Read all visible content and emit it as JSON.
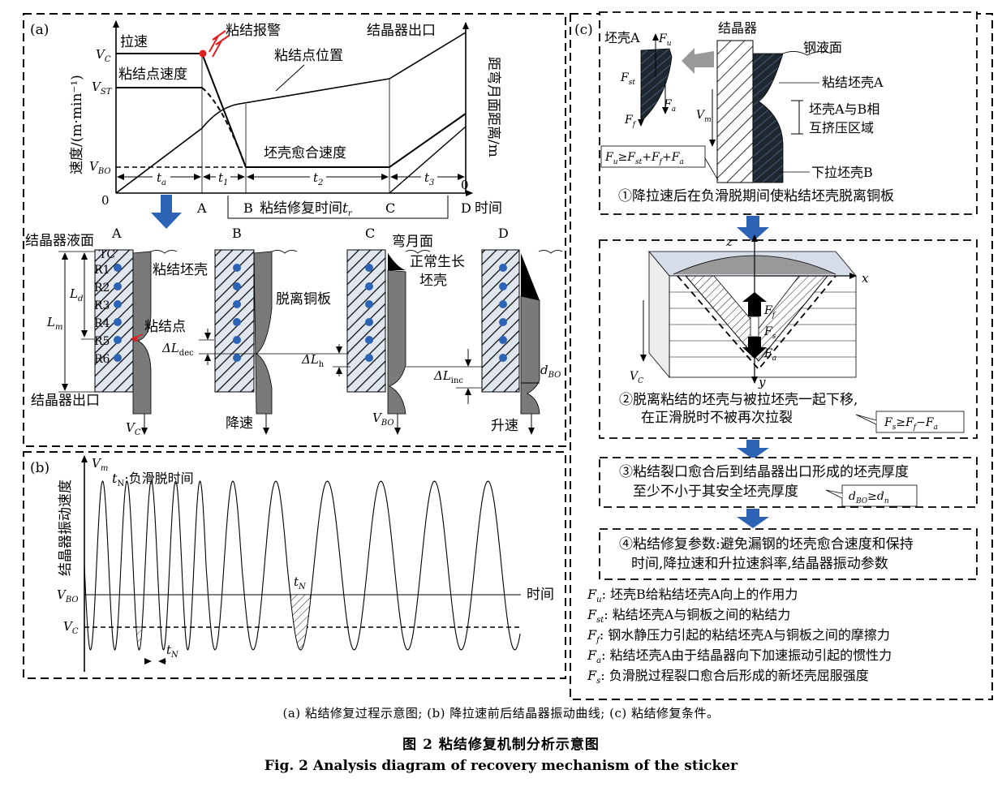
{
  "panel_a": {
    "label": "(a)",
    "legend_speed": "拉速",
    "alarm": "粘结报警",
    "mould_exit_top": "结晶器出口",
    "sticker_position": "粘结点位置",
    "sticker_speed": "粘结点速度",
    "heal_speed": "坯壳愈合速度",
    "repair_time": "粘结修复时间",
    "repair_time_sub": "r",
    "ylabel_left": "速度/(m·min⁻¹)",
    "ylabel_right": "距弯月面距离/m",
    "xlabel": "时间",
    "y_vc": "V",
    "y_vc_sub": "C",
    "y_vst": "V",
    "y_vst_sub": "ST",
    "y_vbo": "V",
    "y_vbo_sub": "BO",
    "zero": "0",
    "pt_A": "A",
    "pt_B": "B",
    "pt_C": "C",
    "pt_D": "D",
    "t_a": "t",
    "t_a_sub": "a",
    "t_1": "t",
    "t_1_sub": "1",
    "t_2": "t",
    "t_2_sub": "2",
    "t_3": "t",
    "t_3_sub": "3",
    "t_r": "t",
    "mould_level": "结晶器液面",
    "mould_exit": "结晶器出口",
    "stuck_shell": "粘结坯壳",
    "sticker_point": "粘结点",
    "detach": "脱离铜板",
    "meniscus": "弯月面",
    "normal_growth": "正常生长",
    "shell": "坯壳",
    "tc_labels": [
      "TC",
      "R1",
      "R2",
      "R3",
      "R4",
      "R5",
      "R6"
    ],
    "L_m": "L",
    "L_m_sub": "m",
    "L_d": "L",
    "L_d_sub": "d",
    "dL_dec": "ΔL",
    "dL_dec_sub": "dec",
    "dL_h": "ΔL",
    "dL_h_sub": "h",
    "dL_inc": "ΔL",
    "dL_inc_sub": "inc",
    "d_bo": "d",
    "d_bo_sub": "BO",
    "vc_bottom": "V",
    "vc_bottom_sub": "C",
    "vbo_bottom": "V",
    "vbo_bottom_sub": "BO",
    "decel": "降速",
    "accel": "升速"
  },
  "panel_b": {
    "label": "(b)",
    "ylabel": "结晶器振动速度",
    "vm": "V",
    "vm_sub": "m",
    "tn_legend": "t",
    "tn_legend_sub": "N",
    "tn_legend_text": ":负滑脱时间",
    "xlabel": "时间",
    "vbo": "V",
    "vbo_sub": "BO",
    "vc": "V",
    "vc_sub": "C",
    "tn": "t",
    "tn_sub": "N"
  },
  "panel_c": {
    "label": "(c)",
    "shell_A": "坯壳A",
    "mould": "结晶器",
    "steel_level": "钢液面",
    "stuck_shell_A": "粘结坯壳A",
    "squeeze_1": "坯壳A与B相",
    "squeeze_2": "互挤压区域",
    "pulled_B": "下拉坯壳B",
    "force_balance": "F",
    "force_balance_full": "≥F",
    "step1": "①降拉速后在负滑脱期间使粘结坯壳脱离铜板",
    "step2_1": "②脱离粘结的坯壳与被拉坯壳一起下移,",
    "step2_2": "在正滑脱时不被再次拉裂",
    "step3_1": "③粘结裂口愈合后到结晶器出口形成的坯壳厚度",
    "step3_2": "至少不小于其安全坯壳厚度",
    "step4_1": "④粘结修复参数:避免漏钢的坯壳愈合速度和保持",
    "step4_2": "时间,降拉速和升拉速斜率,结晶器振动参数",
    "axis_x": "x",
    "axis_y": "y",
    "axis_z": "z",
    "vc": "V",
    "vc_sub": "C",
    "vm": "V",
    "vm_sub": "m",
    "defs": [
      {
        "sym": "F",
        "sub": "u",
        "text": ": 坯壳B给粘结坯壳A向上的作用力"
      },
      {
        "sym": "F",
        "sub": "st",
        "text": ": 粘结坯壳A与铜板之间的粘结力"
      },
      {
        "sym": "F",
        "sub": "f",
        "text": ": 钢水静压力引起的粘结坯壳A与铜板之间的摩擦力"
      },
      {
        "sym": "F",
        "sub": "a",
        "text": ": 粘结坯壳A由于结晶器向下加速振动引起的惯性力"
      },
      {
        "sym": "F",
        "sub": "s",
        "text": ": 负滑脱过程裂口愈合后形成的新坯壳屈服强度"
      }
    ]
  },
  "captions": {
    "sub": "(a) 粘结修复过程示意图; (b) 降拉速前后结晶器振动曲线; (c) 粘结修复条件。",
    "cn": "图 2    粘结修复机制分析示意图",
    "en": "Fig. 2    Analysis diagram of recovery mechanism of the sticker"
  }
}
